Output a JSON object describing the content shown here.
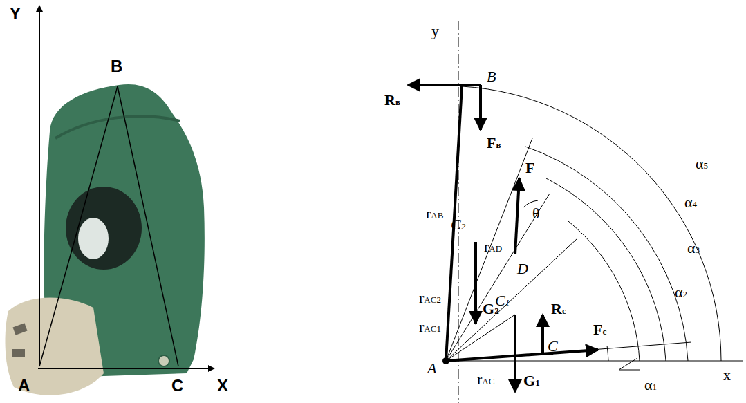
{
  "diagram": {
    "labels": [
      "Y",
      "B",
      "A",
      "C",
      "X",
      "y",
      "B",
      "Rв",
      "Fв",
      "F",
      "θ",
      "α5",
      "α4",
      "α3",
      "α2",
      "α1",
      "rAB",
      "rAD",
      "C2",
      "D",
      "G2",
      "rAC2",
      "rAC1",
      "C1",
      "Rc",
      "C",
      "Fc",
      "A",
      "rAC",
      "G1",
      "x"
    ]
  }
}
